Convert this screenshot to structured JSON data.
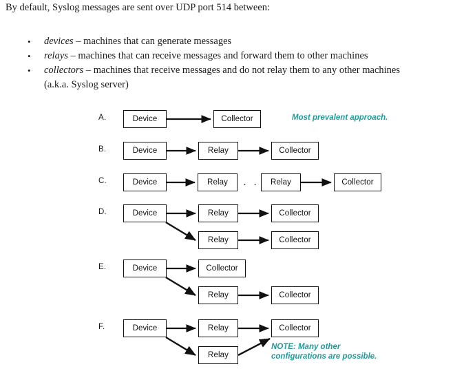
{
  "document": {
    "intro": "By default, Syslog messages are sent over UDP port 514 between:",
    "bullets": [
      {
        "term": "devices",
        "rest": " – machines that can generate messages",
        "second_line": ""
      },
      {
        "term": "relays",
        "rest": " – machines that can receive messages and forward them to other machines",
        "second_line": ""
      },
      {
        "term": "collectors",
        "rest": " – machines that receive messages and do not relay them to any other machines",
        "second_line": "(a.k.a. Syslog server)"
      }
    ],
    "bullet_glyph": "•"
  },
  "diagram": {
    "accent_color": "#1f9a9a",
    "line_color": "#111111",
    "node_labels": {
      "device": "Device",
      "relay": "Relay",
      "collector": "Collector"
    },
    "ellipsis": "· · ·",
    "rows": [
      {
        "label": "A.",
        "nodes": [
          {
            "name": "device",
            "text": "Device"
          },
          {
            "name": "collector",
            "text": "Collector"
          }
        ],
        "annotation": "Most prevalent approach."
      },
      {
        "label": "B.",
        "nodes": [
          {
            "name": "device",
            "text": "Device"
          },
          {
            "name": "relay",
            "text": "Relay"
          },
          {
            "name": "collector",
            "text": "Collector"
          }
        ],
        "annotation": ""
      },
      {
        "label": "C.",
        "nodes": [
          {
            "name": "device",
            "text": "Device"
          },
          {
            "name": "relay",
            "text": "Relay"
          },
          {
            "name": "relay",
            "text": "Relay"
          },
          {
            "name": "collector",
            "text": "Collector"
          }
        ],
        "annotation": ""
      },
      {
        "label": "D.",
        "nodes": [
          {
            "name": "device",
            "text": "Device"
          },
          {
            "name": "relay",
            "text": "Relay"
          },
          {
            "name": "collector",
            "text": "Collector"
          },
          {
            "name": "relay",
            "text": "Relay"
          },
          {
            "name": "collector",
            "text": "Collector"
          }
        ],
        "annotation": ""
      },
      {
        "label": "E.",
        "nodes": [
          {
            "name": "device",
            "text": "Device"
          },
          {
            "name": "collector",
            "text": "Collector"
          },
          {
            "name": "relay",
            "text": "Relay"
          },
          {
            "name": "collector",
            "text": "Collector"
          }
        ],
        "annotation": ""
      },
      {
        "label": "F.",
        "nodes": [
          {
            "name": "device",
            "text": "Device"
          },
          {
            "name": "relay",
            "text": "Relay"
          },
          {
            "name": "collector",
            "text": "Collector"
          },
          {
            "name": "relay",
            "text": "Relay"
          }
        ],
        "annotation": "NOTE: Many other",
        "annotation_line2": "configurations are possible."
      }
    ]
  }
}
